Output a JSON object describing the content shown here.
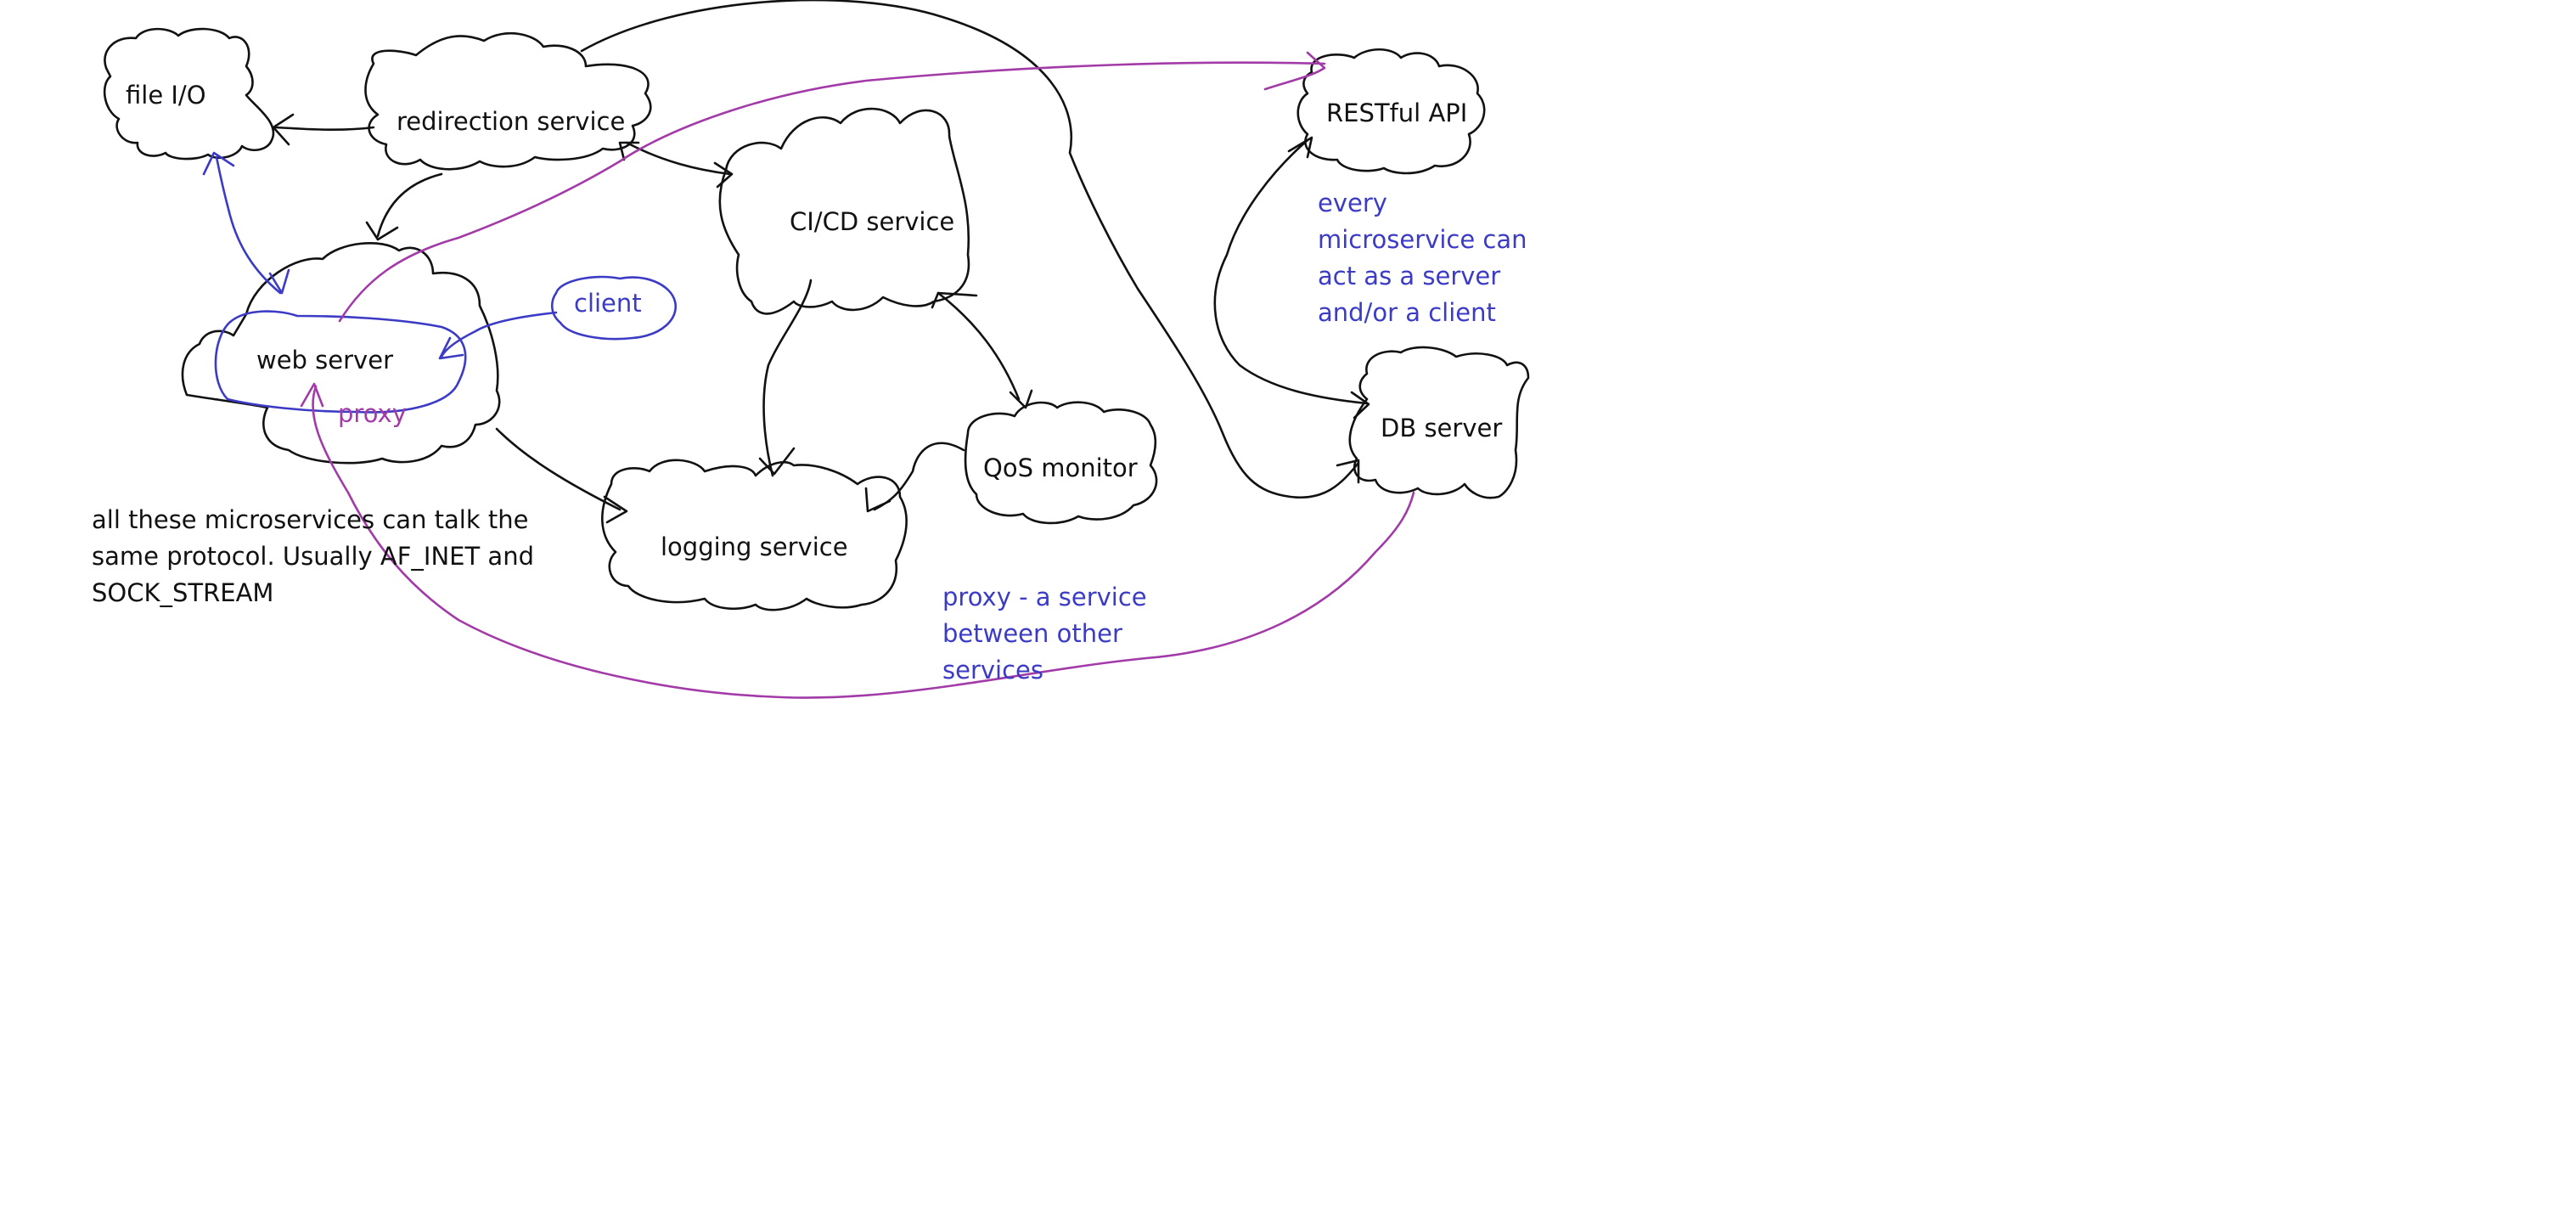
{
  "nodes": {
    "file_io": "file I/O",
    "redirection_service": "redirection service",
    "web_server": "web server",
    "client": "client",
    "cicd_service": "CI/CD service",
    "logging_service": "logging service",
    "qos_monitor": "QoS monitor",
    "restful_api": "RESTful API",
    "db_server": "DB server"
  },
  "labels": {
    "proxy": "proxy"
  },
  "notes": {
    "protocol": [
      "all these microservices can talk the",
      "same protocol. Usually AF_INET and",
      "SOCK_STREAM"
    ],
    "proxy_def": [
      "proxy - a service",
      "between other",
      "services"
    ],
    "every_micro": [
      "every",
      "microservice can",
      "act as a server",
      "and/or a client"
    ]
  },
  "colors": {
    "ink": "#111111",
    "blue": "#3b3bc6",
    "purple": "#a23aa8"
  }
}
